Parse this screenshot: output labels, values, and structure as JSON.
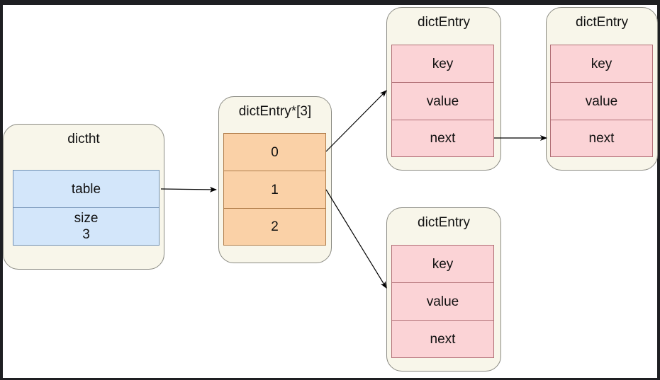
{
  "dictht": {
    "title": "dictht",
    "table_label": "table",
    "size_label": "size\n3"
  },
  "array": {
    "title": "dictEntry*[3]",
    "slots": [
      "0",
      "1",
      "2"
    ]
  },
  "entry_a": {
    "title": "dictEntry",
    "fields": [
      "key",
      "value",
      "next"
    ]
  },
  "entry_b": {
    "title": "dictEntry",
    "fields": [
      "key",
      "value",
      "next"
    ]
  },
  "entry_c": {
    "title": "dictEntry",
    "fields": [
      "key",
      "value",
      "next"
    ]
  }
}
